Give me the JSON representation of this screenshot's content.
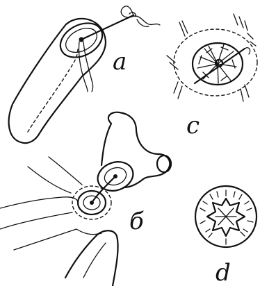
{
  "figure": {
    "panels": [
      {
        "id": "a",
        "label": "a"
      },
      {
        "id": "b",
        "label": "б"
      },
      {
        "id": "c",
        "label": "c"
      },
      {
        "id": "d",
        "label": "d"
      }
    ]
  }
}
